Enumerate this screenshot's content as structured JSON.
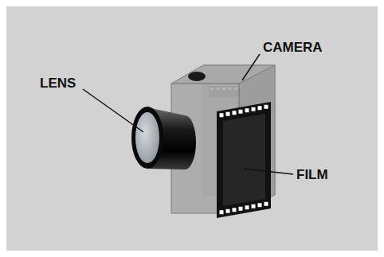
{
  "diagram": {
    "labels": [
      "LENS",
      "CAMERA",
      "FILM"
    ]
  }
}
